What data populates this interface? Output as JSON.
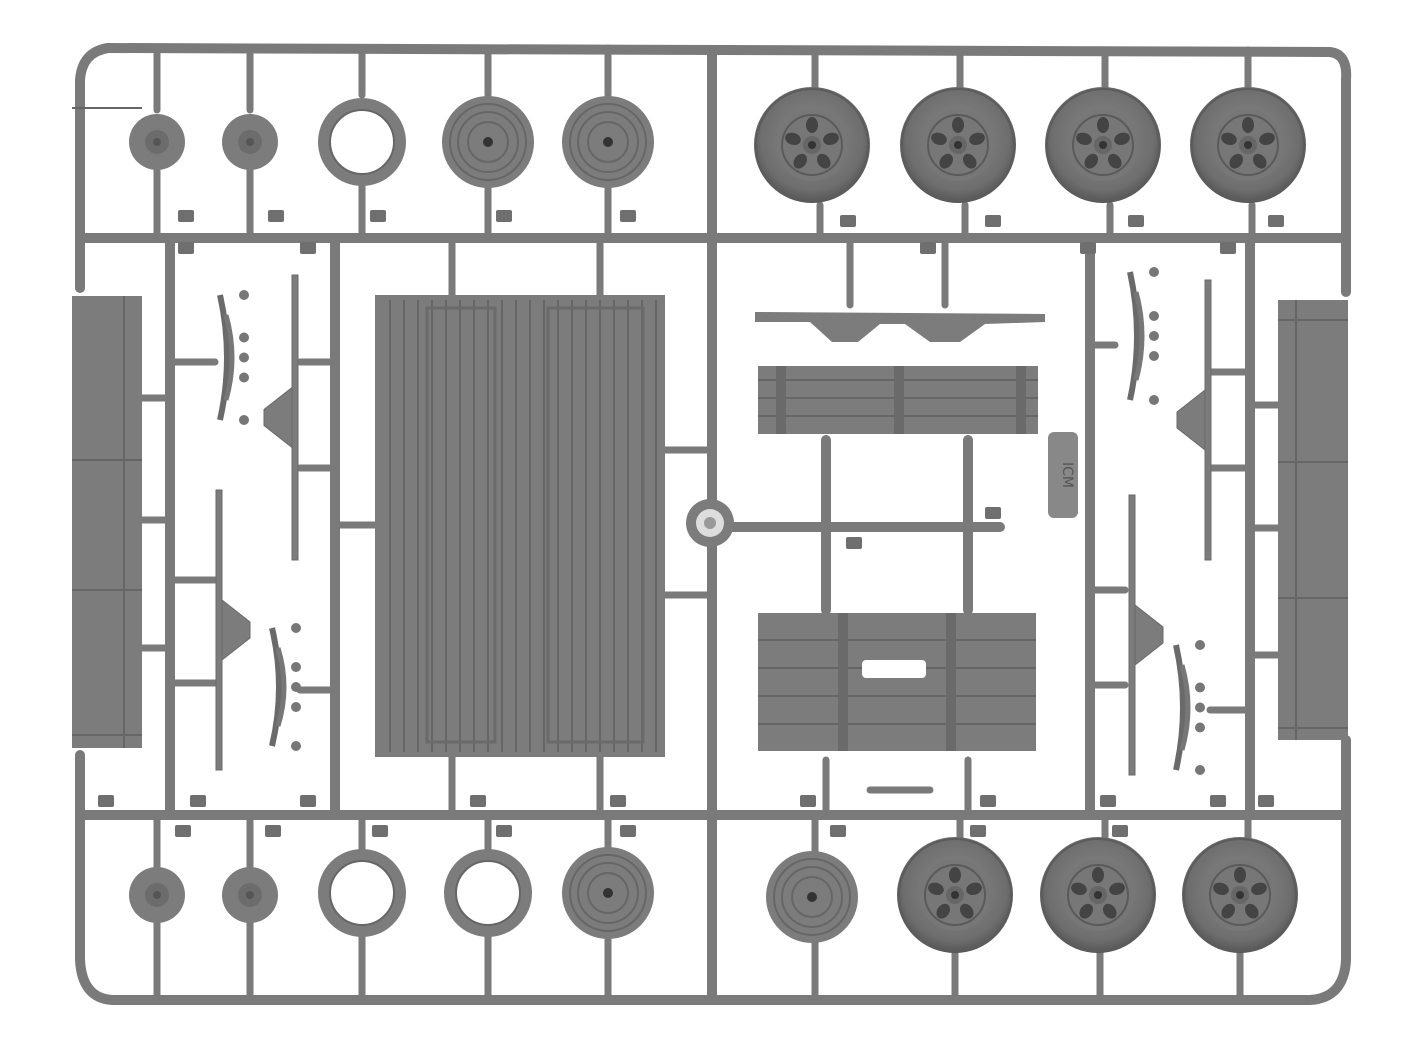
{
  "sprue": {
    "colors": {
      "plastic": "#7d7d7d",
      "plastic_dark": "#5e5e5e",
      "plastic_light": "#9a9a9a",
      "background": "#ffffff"
    },
    "logo_mark": "ICM",
    "parts": {
      "top_row": [
        "hub-disc",
        "hub-disc",
        "tire-ring",
        "wheel-disc",
        "wheel-disc",
        "tyred-wheel",
        "tyred-wheel",
        "tyred-wheel",
        "tyred-wheel"
      ],
      "bottom_row": [
        "hub-disc",
        "hub-disc",
        "tire-ring",
        "tire-ring",
        "wheel-disc",
        "wheel-disc",
        "tyred-wheel",
        "tyred-wheel",
        "tyred-wheel"
      ],
      "center": [
        "cargo-bed-floor",
        "front-board",
        "fender-bracket",
        "tailgate-with-handle"
      ],
      "sides": [
        "left-side-board",
        "right-side-board",
        "leaf-springs",
        "suspension-brackets"
      ]
    }
  }
}
